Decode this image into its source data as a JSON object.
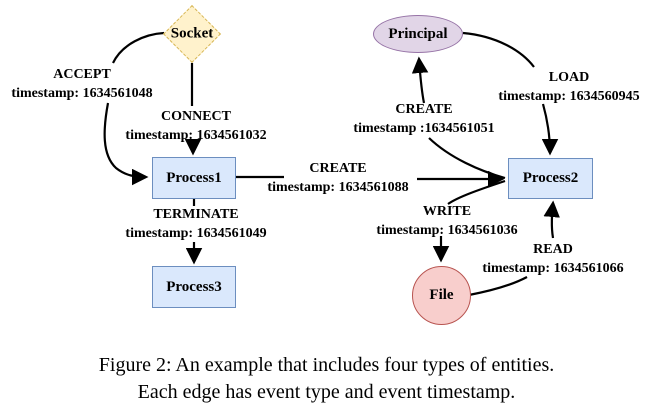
{
  "figure": {
    "caption_line1": "Figure 2: An example that includes four types of entities.",
    "caption_line2": "Each edge has event type and event timestamp."
  },
  "nodes": {
    "socket": {
      "label": "Socket",
      "shape": "diamond",
      "fill": "#fff2cc",
      "border": "#d6b656"
    },
    "principal": {
      "label": "Principal",
      "shape": "ellipse",
      "fill": "#e1d5e7",
      "border": "#9673a6"
    },
    "process1": {
      "label": "Process1",
      "shape": "rect",
      "fill": "#dae8fc",
      "border": "#6c8ebf"
    },
    "process2": {
      "label": "Process2",
      "shape": "rect",
      "fill": "#dae8fc",
      "border": "#6c8ebf"
    },
    "process3": {
      "label": "Process3",
      "shape": "rect",
      "fill": "#dae8fc",
      "border": "#6c8ebf"
    },
    "file": {
      "label": "File",
      "shape": "circle",
      "fill": "#f8cecc",
      "border": "#b85450"
    }
  },
  "edges": [
    {
      "event": "ACCEPT",
      "timestamp": "timestamp: 1634561048",
      "from": "Socket",
      "to": "Process1"
    },
    {
      "event": "CONNECT",
      "timestamp": "timestamp: 1634561032",
      "from": "Socket",
      "to": "Process1"
    },
    {
      "event": "CREATE",
      "timestamp": "timestamp: 1634561088",
      "from": "Process1",
      "to": "Process2"
    },
    {
      "event": "TERMINATE",
      "timestamp": "timestamp: 1634561049",
      "from": "Process1",
      "to": "Process3"
    },
    {
      "event": "CREATE",
      "timestamp": "timestamp :1634561051",
      "from": "Process2",
      "to": "Principal"
    },
    {
      "event": "LOAD",
      "timestamp": "timestamp: 1634560945",
      "from": "Principal",
      "to": "Process2"
    },
    {
      "event": "WRITE",
      "timestamp": "timestamp: 1634561036",
      "from": "Process2",
      "to": "File"
    },
    {
      "event": "READ",
      "timestamp": "timestamp: 1634561066",
      "from": "File",
      "to": "Process2"
    }
  ],
  "edge_color": "#000000"
}
